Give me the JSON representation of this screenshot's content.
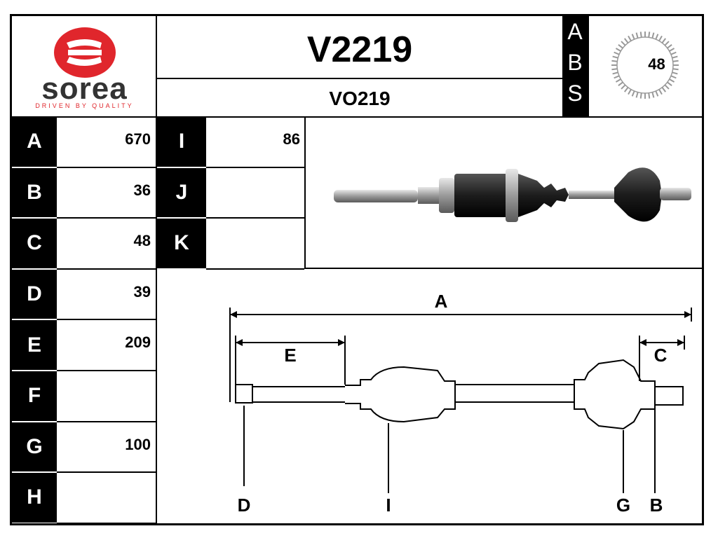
{
  "logo": {
    "brand": "sorea",
    "tagline": "DRIVEN BY QUALITY",
    "brand_color": "#e0262c"
  },
  "header": {
    "ref": "V2219",
    "oe_ref": "VO219",
    "abs_label": [
      "A",
      "B",
      "S"
    ],
    "abs_teeth": "48"
  },
  "params_left": [
    {
      "key": "A",
      "value": "670"
    },
    {
      "key": "B",
      "value": "36"
    },
    {
      "key": "C",
      "value": "48"
    },
    {
      "key": "D",
      "value": "39"
    },
    {
      "key": "E",
      "value": "209"
    },
    {
      "key": "F",
      "value": ""
    },
    {
      "key": "G",
      "value": "100"
    },
    {
      "key": "H",
      "value": ""
    }
  ],
  "params_right": [
    {
      "key": "I",
      "value": "86"
    },
    {
      "key": "J",
      "value": ""
    },
    {
      "key": "K",
      "value": ""
    }
  ],
  "diagram": {
    "labels": {
      "A": "A",
      "E": "E",
      "C": "C",
      "D": "D",
      "I": "I",
      "G": "G",
      "B": "B"
    }
  }
}
